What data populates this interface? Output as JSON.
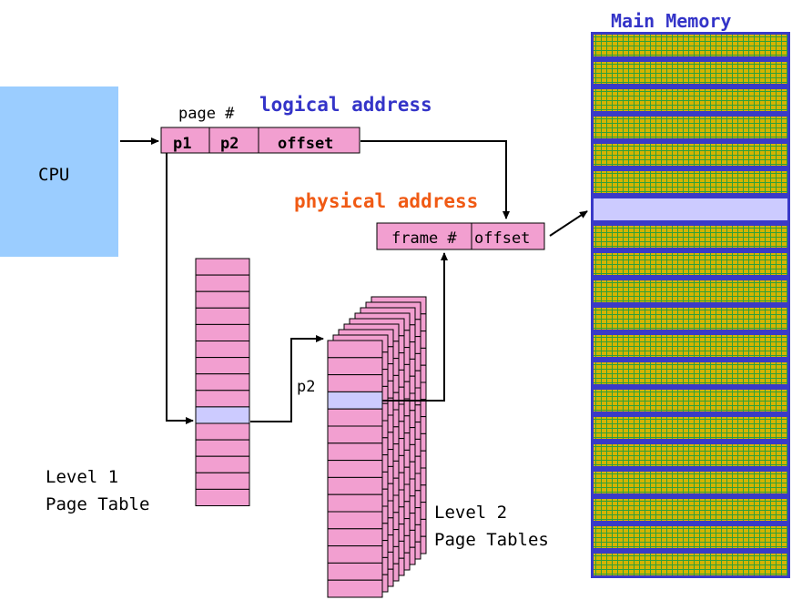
{
  "cpu": {
    "label": "CPU"
  },
  "logical_address": {
    "title": "logical address",
    "page_label": "page #",
    "fields": [
      "p1",
      "p2",
      "offset"
    ]
  },
  "physical_address": {
    "title": "physical address",
    "fields": [
      "frame #",
      "offset"
    ]
  },
  "level1": {
    "label_line1": "Level 1",
    "label_line2": "Page Table"
  },
  "level2": {
    "label_line1": "Level 2",
    "label_line2": "Page Tables",
    "index_label": "p2"
  },
  "main_memory": {
    "title": "Main Memory"
  },
  "colors": {
    "cpu": "#9bcdff",
    "table_entry": "#f29fd0",
    "highlight": "#cccbff",
    "memory_frame_fill": "#d5b400",
    "memory_grid": "#2fa03a",
    "memory_border": "#3a3ac8",
    "logical_title": "#3434c8",
    "physical_title": "#f05a14"
  }
}
